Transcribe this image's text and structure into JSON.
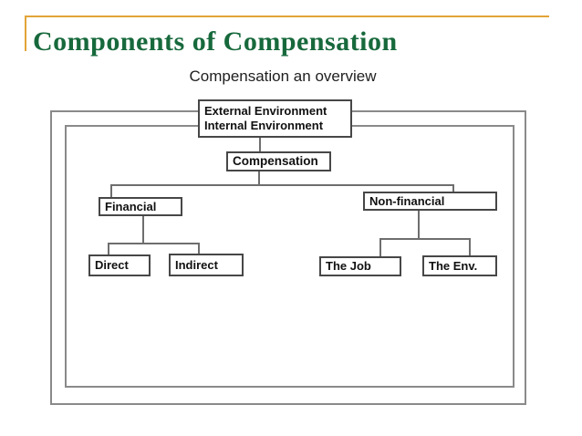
{
  "slide": {
    "title": "Components of Compensation",
    "subtitle": "Compensation an overview"
  },
  "diagram": {
    "root": {
      "line1": "External Environment",
      "line2": "Internal Environment"
    },
    "level1": {
      "label": "Compensation"
    },
    "level2": [
      {
        "label": "Financial"
      },
      {
        "label": "Non-financial"
      }
    ],
    "level3": [
      {
        "label": "Direct"
      },
      {
        "label": "Indirect"
      },
      {
        "label": "The Job"
      },
      {
        "label": "The Env."
      }
    ]
  },
  "colors": {
    "title_green": "#17693c",
    "accent_gold": "#e2a437",
    "frame_gray": "#8a8a8a",
    "connector_gray": "#6e6e6e",
    "box_border": "#474747",
    "box_text": "#111111",
    "background": "#ffffff"
  }
}
